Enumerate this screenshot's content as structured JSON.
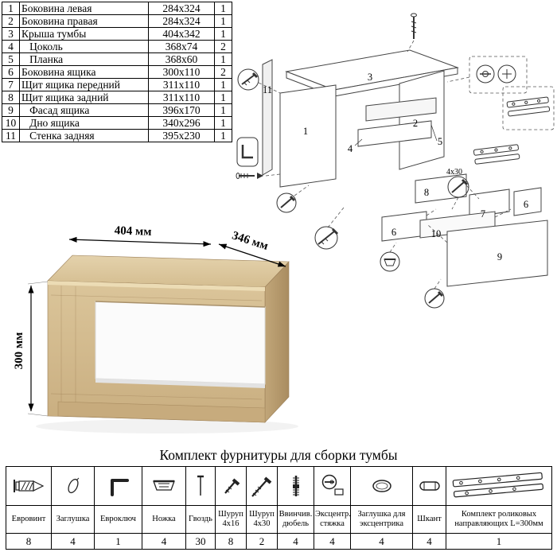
{
  "parts_table": {
    "rows": [
      {
        "num": "1",
        "name": "Боковина левая",
        "size": "284х324",
        "qty": "1"
      },
      {
        "num": "2",
        "name": "Боковина правая",
        "size": "284х324",
        "qty": "1"
      },
      {
        "num": "3",
        "name": "Крыша тумбы",
        "size": "404х342",
        "qty": "1"
      },
      {
        "num": "4",
        "name": "   Цоколь",
        "size": "368х74",
        "qty": "2"
      },
      {
        "num": "5",
        "name": "   Планка",
        "size": "368х60",
        "qty": "1"
      },
      {
        "num": "6",
        "name": "Боковина ящика",
        "size": "300х110",
        "qty": "2"
      },
      {
        "num": "7",
        "name": "Щит ящика передний",
        "size": "311х110",
        "qty": "1"
      },
      {
        "num": "8",
        "name": "Щит ящика задний",
        "size": "311х110",
        "qty": "1"
      },
      {
        "num": "9",
        "name": "   Фасад ящика",
        "size": "396х170",
        "qty": "1"
      },
      {
        "num": "10",
        "name": "   Дно ящика",
        "size": "340х296",
        "qty": "1"
      },
      {
        "num": "11",
        "name": "   Стенка задняя",
        "size": "395х230",
        "qty": "1"
      }
    ]
  },
  "dimensions": {
    "width": "404 мм",
    "depth": "346 мм",
    "height": "300 мм"
  },
  "diagram": {
    "labels": [
      "1",
      "2",
      "3",
      "4",
      "5",
      "6",
      "7",
      "8",
      "9",
      "10",
      "11"
    ],
    "screw_note": "4х30"
  },
  "hardware": {
    "title": "Комплект фурнитуры для сборки тумбы",
    "items": [
      {
        "name": "Евровинт",
        "qty": "8"
      },
      {
        "name": "Заглушка",
        "qty": "4"
      },
      {
        "name": "Евроключ",
        "qty": "1"
      },
      {
        "name": "Ножка",
        "qty": "4"
      },
      {
        "name": "Гвоздь",
        "qty": "30"
      },
      {
        "name": "Шуруп 4х16",
        "qty": "8"
      },
      {
        "name": "Шуруп 4х30",
        "qty": "2"
      },
      {
        "name": "Ввинчив. дюбель",
        "qty": "4"
      },
      {
        "name": "Эксцентр. стяжка",
        "qty": "4"
      },
      {
        "name": "Заглушка для эксцентрика",
        "qty": "4"
      },
      {
        "name": "Шкант",
        "qty": "4"
      },
      {
        "name": "Комплект роликовых направляющих L=300мм",
        "qty": "1"
      }
    ]
  }
}
